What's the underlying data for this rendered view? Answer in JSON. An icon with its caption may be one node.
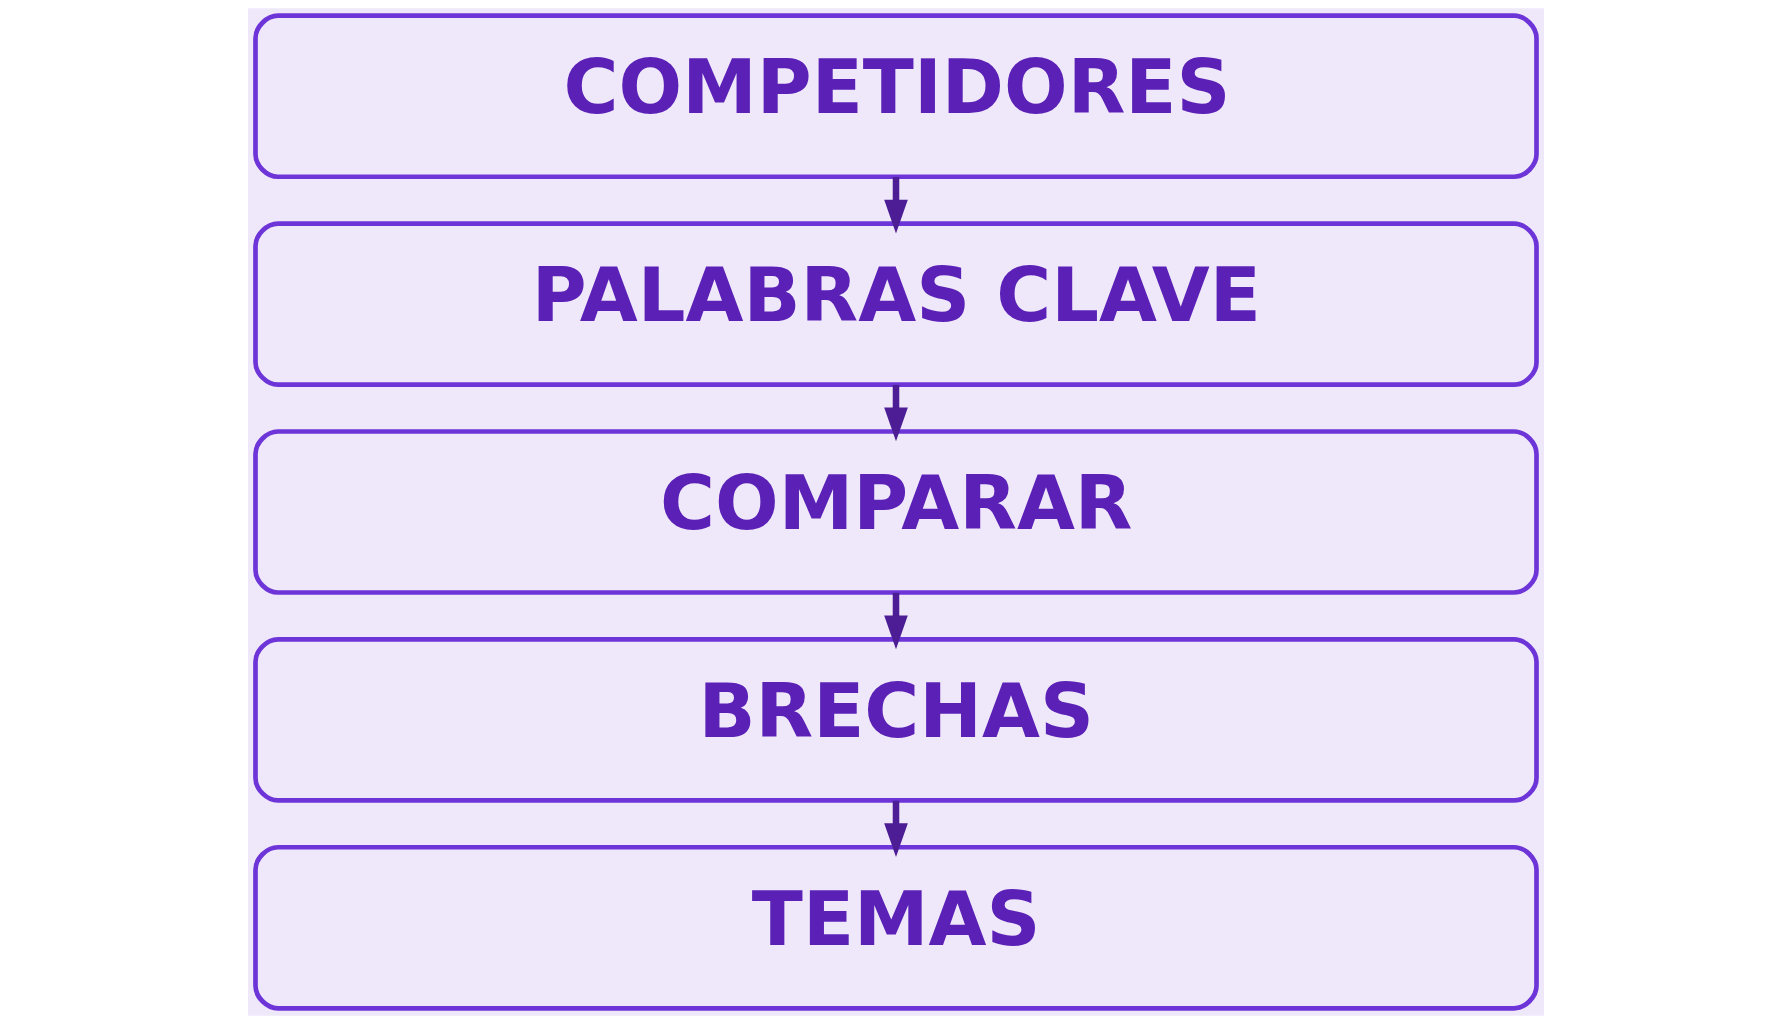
{
  "diagram": {
    "nodes": [
      {
        "text": [
          "COMPETIDORES"
        ]
      },
      {
        "text": [
          "PALABRAS CLAVE"
        ]
      },
      {
        "text": [
          "COMPARAR"
        ]
      },
      {
        "text": [
          "BRECHAS"
        ]
      },
      {
        "text": [
          "TEMAS"
        ]
      }
    ],
    "edges": [
      {
        "from": 0,
        "to": 1,
        "arrow": "to"
      },
      {
        "from": 1,
        "to": 2,
        "arrow": "to"
      },
      {
        "from": 2,
        "to": 3,
        "arrow": "to"
      },
      {
        "from": 3,
        "to": 4,
        "arrow": "to"
      }
    ]
  }
}
